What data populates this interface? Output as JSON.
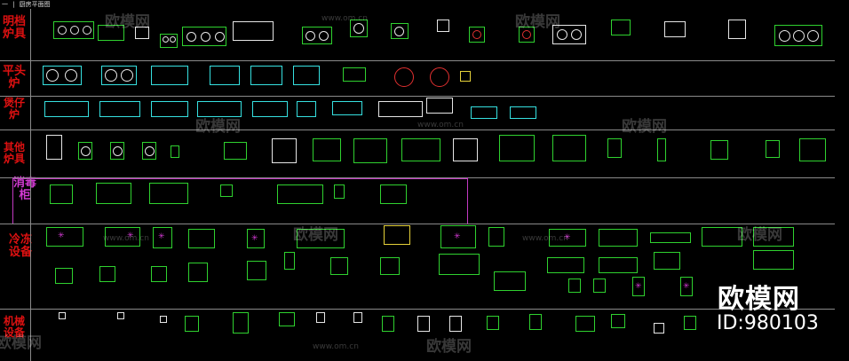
{
  "drawing_title": "一 | 厨房平面图",
  "rows": [
    {
      "label": "明档炉具"
    },
    {
      "label": "平头炉"
    },
    {
      "label": "煲仔炉"
    },
    {
      "label": "其他炉具"
    },
    {
      "label": "消毒柜"
    },
    {
      "label": "冷冻设备"
    },
    {
      "label": "机械设备"
    }
  ],
  "watermark": {
    "text": "欧模网",
    "url": "www.om.cn"
  },
  "brand": {
    "name": "欧模网",
    "id": "ID:980103"
  },
  "colors": {
    "equipment": "#2fd12f",
    "cyan": "#36e0e0",
    "label": "#d11111",
    "separator": "#8a8a8a",
    "accent": "#c23ac2"
  }
}
